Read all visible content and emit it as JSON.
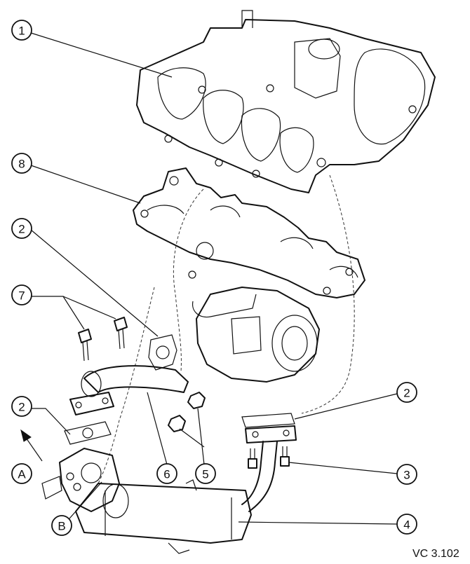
{
  "callouts": [
    {
      "id": "c1",
      "label": "1"
    },
    {
      "id": "c8",
      "label": "8"
    },
    {
      "id": "c2a",
      "label": "2"
    },
    {
      "id": "c7",
      "label": "7"
    },
    {
      "id": "c2b",
      "label": "2"
    },
    {
      "id": "cA",
      "label": "A"
    },
    {
      "id": "cB",
      "label": "B"
    },
    {
      "id": "c6",
      "label": "6"
    },
    {
      "id": "c5",
      "label": "5"
    },
    {
      "id": "c2c",
      "label": "2"
    },
    {
      "id": "c3",
      "label": "3"
    },
    {
      "id": "c4",
      "label": "4"
    }
  ],
  "reference": "VC 3.102"
}
